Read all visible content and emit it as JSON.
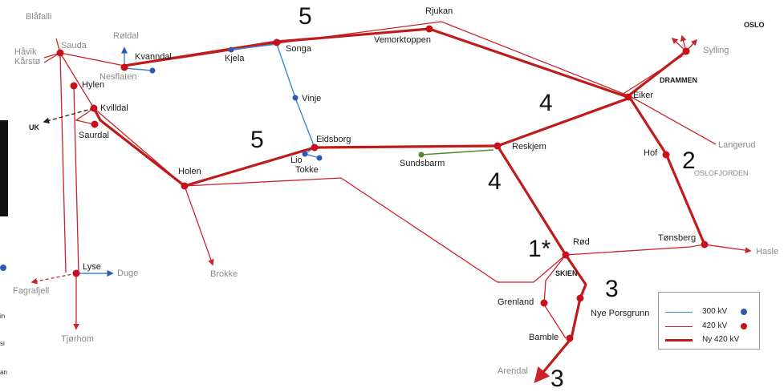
{
  "colors": {
    "line300": "#3b86d6",
    "line420": "#cc2229",
    "new420": "#c01b1b",
    "node300": "#2a5bb0",
    "node420": "#c8101c",
    "sundsbarm": "#4f8a2a",
    "label_gray": "#8a8a8a"
  },
  "labels": {
    "blafalli": "Blåfalli",
    "sauda": "Sauda",
    "havik": "Håvik",
    "karsto": "Kårstø",
    "roldal": "Røldal",
    "kvanndal": "Kvanndal",
    "nesflaten": "Nesflaten",
    "kjela": "Kjela",
    "songa": "Songa",
    "rjukan": "Rjukan",
    "vemorktoppen": "Vemorktoppen",
    "oslo": "OSLO",
    "sylling": "Sylling",
    "drammen": "DRAMMEN",
    "eiker": "Eiker",
    "hylen": "Hylen",
    "kvilldal": "Kvilldal",
    "uk": "UK",
    "saurdal": "Saurdal",
    "vinje": "Vinje",
    "eidsborg": "Eidsborg",
    "lio": "Lio",
    "tokke": "Tokke",
    "sundsbarm": "Sundsbarm",
    "reskjem": "Reskjem",
    "hof": "Hof",
    "langerud": "Langerud",
    "oslofjorden": "OSLOFJORDEN",
    "holen": "Holen",
    "brokke": "Brokke",
    "lyse": "Lyse",
    "duge": "Duge",
    "fagrafjell": "Fagrafjell",
    "tjorhom": "Tjørhom",
    "rod": "Rød",
    "skien": "SKIEN",
    "tonsberg": "Tønsberg",
    "hasle": "Hasle",
    "grenland": "Grenland",
    "nye_porsgrunn": "Nye Porsgrunn",
    "bamble": "Bamble",
    "arendal": "Arendal"
  },
  "numbers": {
    "n5_top": "5",
    "n5_mid": "5",
    "n4_upper": "4",
    "n4_lower": "4",
    "n2": "2",
    "n1": "1*",
    "n3_upper": "3",
    "n3_lower": "3"
  },
  "legend": {
    "kv300": "300 kV",
    "kv420": "420 kV",
    "new420": "Ny 420 kV"
  },
  "edge_fragments": [
    "in",
    "si",
    "an"
  ]
}
